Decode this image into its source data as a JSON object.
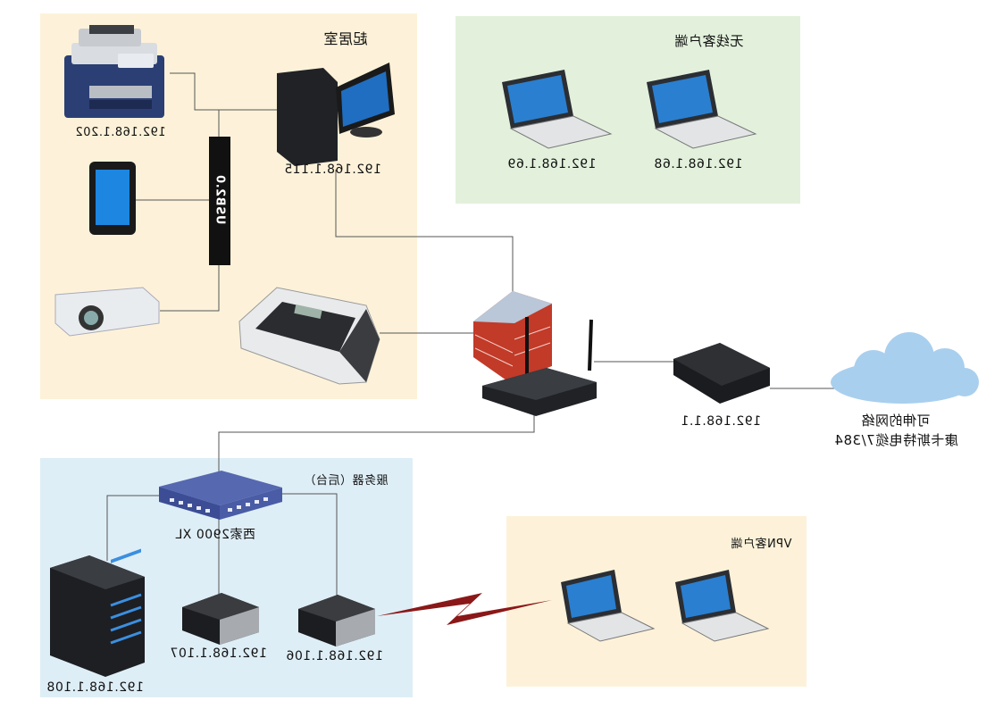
{
  "zones": {
    "living_room": {
      "title": "起居室",
      "color": "#fdf2d9"
    },
    "wireless": {
      "title": "无线客户端",
      "color": "#e3f1dc"
    },
    "server": {
      "title": "服务器（后台）",
      "color": "#deeef6"
    },
    "vpn": {
      "title": "VPN客户端",
      "color": "#fdf2d9"
    }
  },
  "devices": {
    "printer": {
      "ip": "192.168.1.202"
    },
    "desktop": {
      "ip": "192.168.1.115"
    },
    "usb_hub": {
      "label": "USB2.0"
    },
    "laptop_69": {
      "ip": "192.168.1.69"
    },
    "laptop_68": {
      "ip": "192.168.1.68"
    },
    "modem": {
      "ip": "192.168.1.1"
    },
    "internet": {
      "line1": "可伸的网络",
      "line2": "康卡斯特电缆7/384"
    },
    "switch": {
      "label": "西索2900 XL"
    },
    "server_108": {
      "ip": "192.168.1.108"
    },
    "server_107": {
      "ip": "192.168.1.107"
    },
    "server_106": {
      "ip": "192.168.1.106"
    }
  },
  "icons": [
    "printer-icon",
    "tablet-icon",
    "projector-icon",
    "fax-icon",
    "desktop-icon",
    "laptop-icon",
    "firewall-icon",
    "router-icon",
    "modem-icon",
    "cloud-icon",
    "switch-icon",
    "tower-server-icon",
    "server-box-icon",
    "lightning-icon"
  ]
}
